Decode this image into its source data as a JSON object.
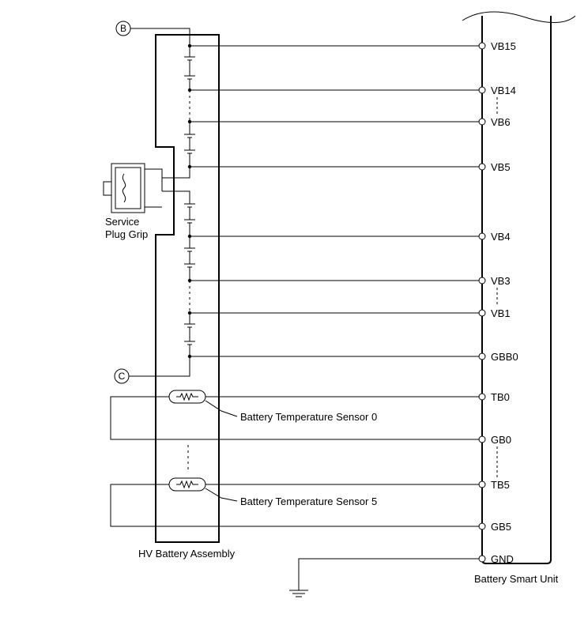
{
  "assembly": {
    "hv_battery_label": "HV Battery Assembly",
    "smart_unit_label": "Battery Smart Unit",
    "service_plug_line1": "Service",
    "service_plug_line2": "Plug Grip",
    "connector_b": "B",
    "connector_c": "C"
  },
  "pins": [
    "VB15",
    "VB14",
    "VB6",
    "VB5",
    "VB4",
    "VB3",
    "VB1",
    "GBB0",
    "TB0",
    "GB0",
    "TB5",
    "GB5",
    "GND"
  ],
  "sensors": {
    "sensor0": "Battery Temperature Sensor 0",
    "sensor5": "Battery Temperature Sensor 5"
  }
}
